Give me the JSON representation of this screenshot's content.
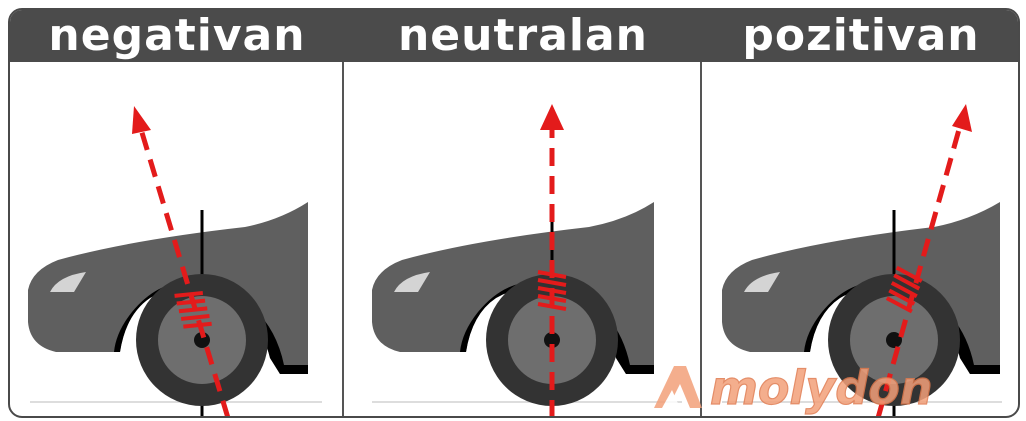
{
  "labels": {
    "negative": "negativan",
    "neutral": "neutralan",
    "positive": "pozitivan"
  },
  "brand": {
    "name": "molydon",
    "color": "#f3a07a"
  },
  "colors": {
    "header": "#4b4b4b",
    "car_body": "#5f5f5f",
    "tire": "#333333",
    "rim": "#6e6e6e",
    "axis_arrow": "#e31b1b",
    "headlight": "#d4d4d4"
  },
  "icons": {
    "car": "car-front-icon",
    "wheel": "wheel-icon",
    "spring": "spring-icon",
    "arrow": "axis-arrow-icon",
    "logo_mark": "molydon-logo-mark"
  }
}
